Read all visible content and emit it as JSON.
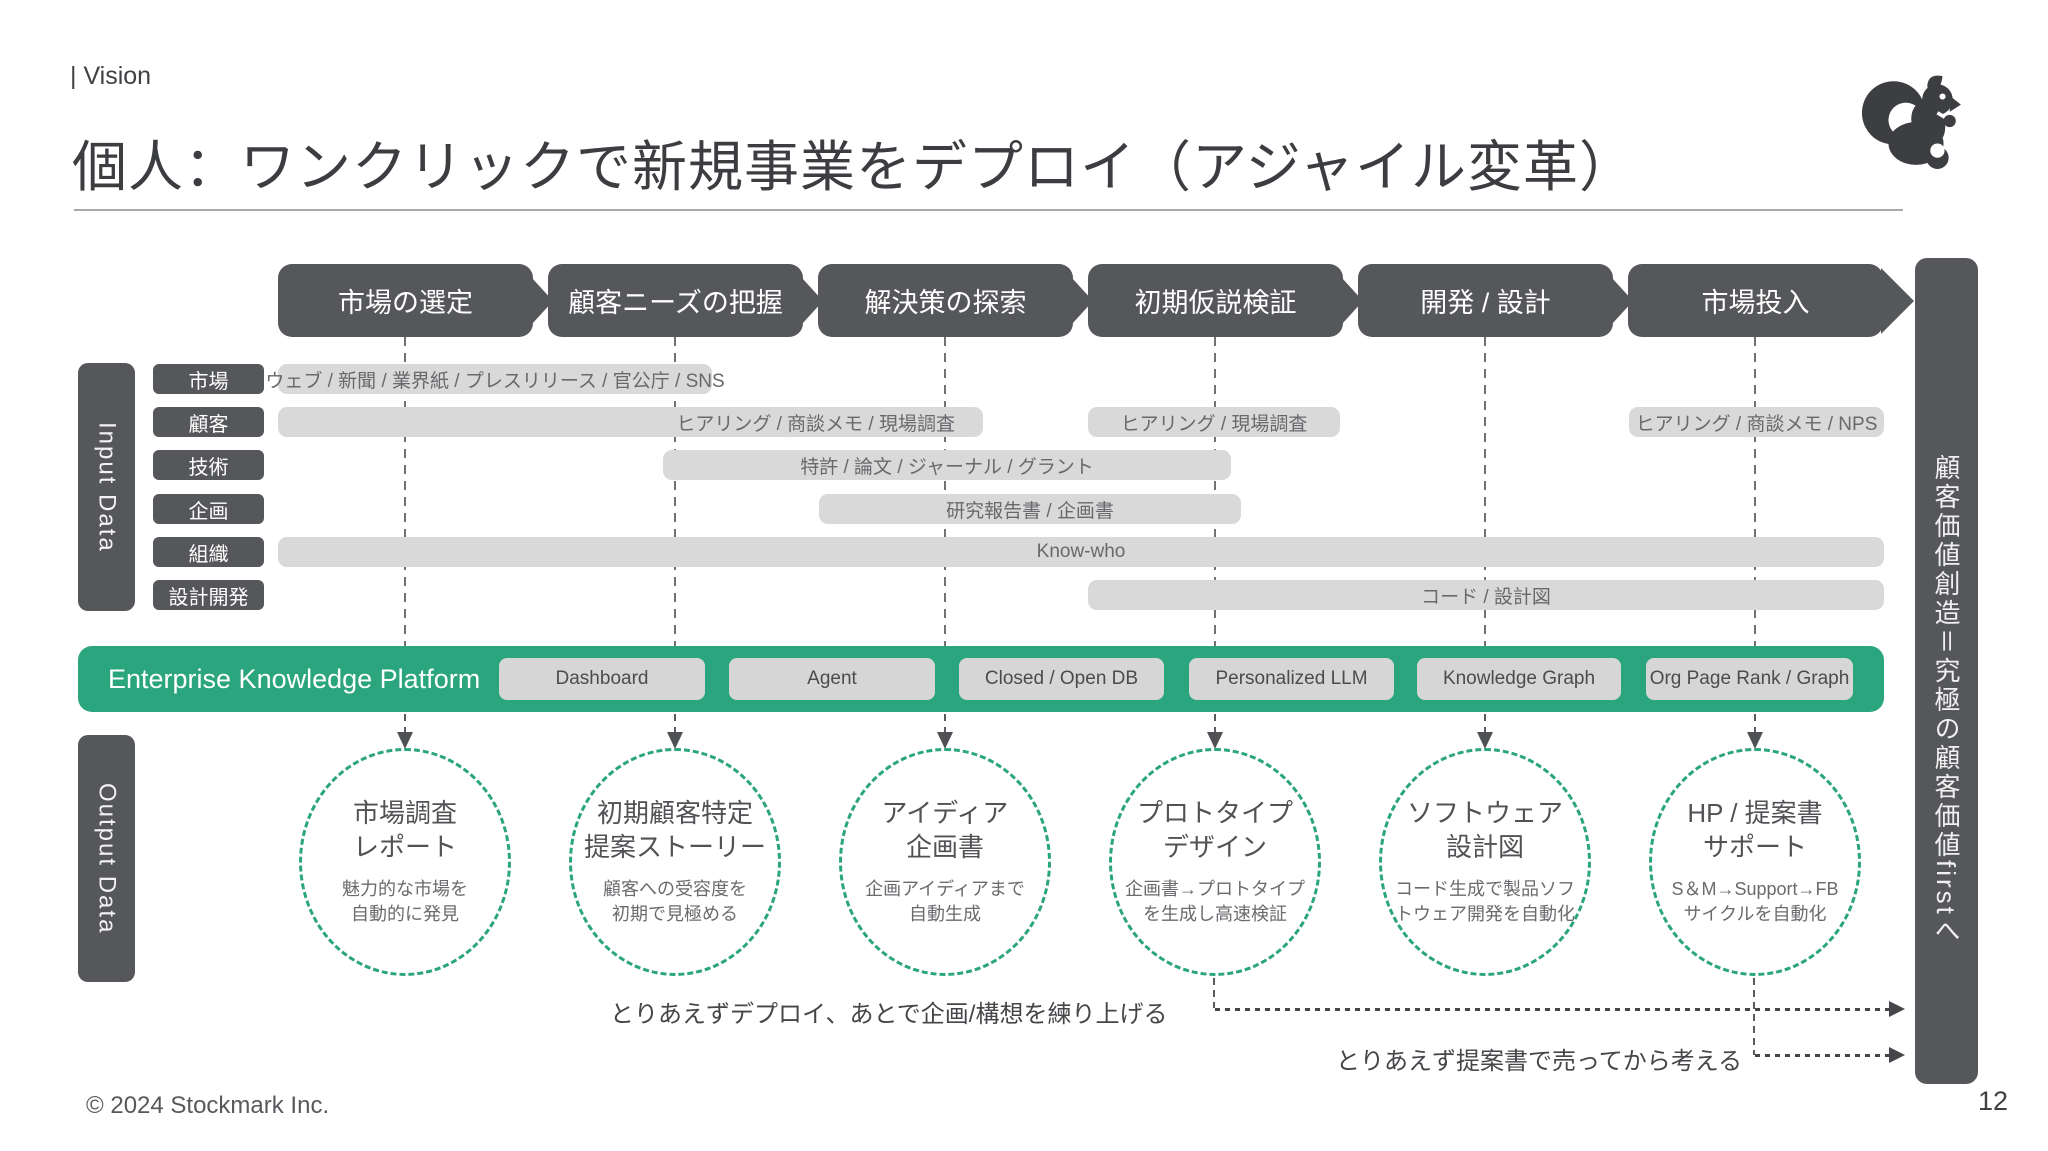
{
  "slide": {
    "eyebrow": "| Vision",
    "title": "個人：ワンクリックで新規事業をデプロイ（アジャイル変革）"
  },
  "process": {
    "steps": [
      "市場の選定",
      "顧客ニーズの把握",
      "解決策の探索",
      "初期仮説検証",
      "開発 / 設計",
      "市場投入"
    ]
  },
  "input": {
    "sidebar_label": "Input Data",
    "row_labels": [
      "市場",
      "顧客",
      "技術",
      "企画",
      "組織",
      "設計開発"
    ],
    "bars": {
      "market_sources": "ウェブ / 新聞 / 業界紙 / プレスリリース / 官公庁 / SNS",
      "customer_sources_1": "ヒアリング / 商談メモ / 現場調査",
      "customer_sources_2": "ヒアリング / 現場調査",
      "customer_sources_3": "ヒアリング / 商談メモ / NPS",
      "tech_sources": "特許 / 論文 / ジャーナル / グラント",
      "planning_sources": "研究報告書 / 企画書",
      "org_sources": "Know-who",
      "design_dev_sources": "コード / 設計図"
    }
  },
  "platform": {
    "label": "Enterprise Knowledge Platform",
    "modules": [
      "Dashboard",
      "Agent",
      "Closed  / Open DB",
      "Personalized LLM",
      "Knowledge Graph",
      "Org Page Rank / Graph"
    ],
    "accent_color": "#2aa57d"
  },
  "output": {
    "sidebar_label": "Output Data",
    "items": [
      {
        "title": "市場調査\nレポート",
        "desc": "魅力的な市場を\n自動的に発見"
      },
      {
        "title": "初期顧客特定\n提案ストーリー",
        "desc": "顧客への受容度を\n初期で見極める"
      },
      {
        "title": "アイディア\n企画書",
        "desc": "企画アイディアまで\n自動生成"
      },
      {
        "title": "プロトタイプ\nデザイン",
        "desc": "企画書→プロトタイプ\nを生成し高速検証"
      },
      {
        "title": "ソフトウェア\n設計図",
        "desc": "コード生成で製品ソフ\nトウェア開発を自動化"
      },
      {
        "title": "HP / 提案書\nサポート",
        "desc": "S＆M→Support→FB\nサイクルを自動化"
      }
    ]
  },
  "notes": {
    "deploy_first": "とりあえずデプロイ、あとで企画/構想を練り上げる",
    "sell_first": "とりあえず提案書で売ってから考える"
  },
  "banner": {
    "text": "顧客価値創造＝究極の顧客価値firstへ"
  },
  "footer": {
    "copyright": "© 2024 Stockmark Inc.",
    "page": "12"
  }
}
